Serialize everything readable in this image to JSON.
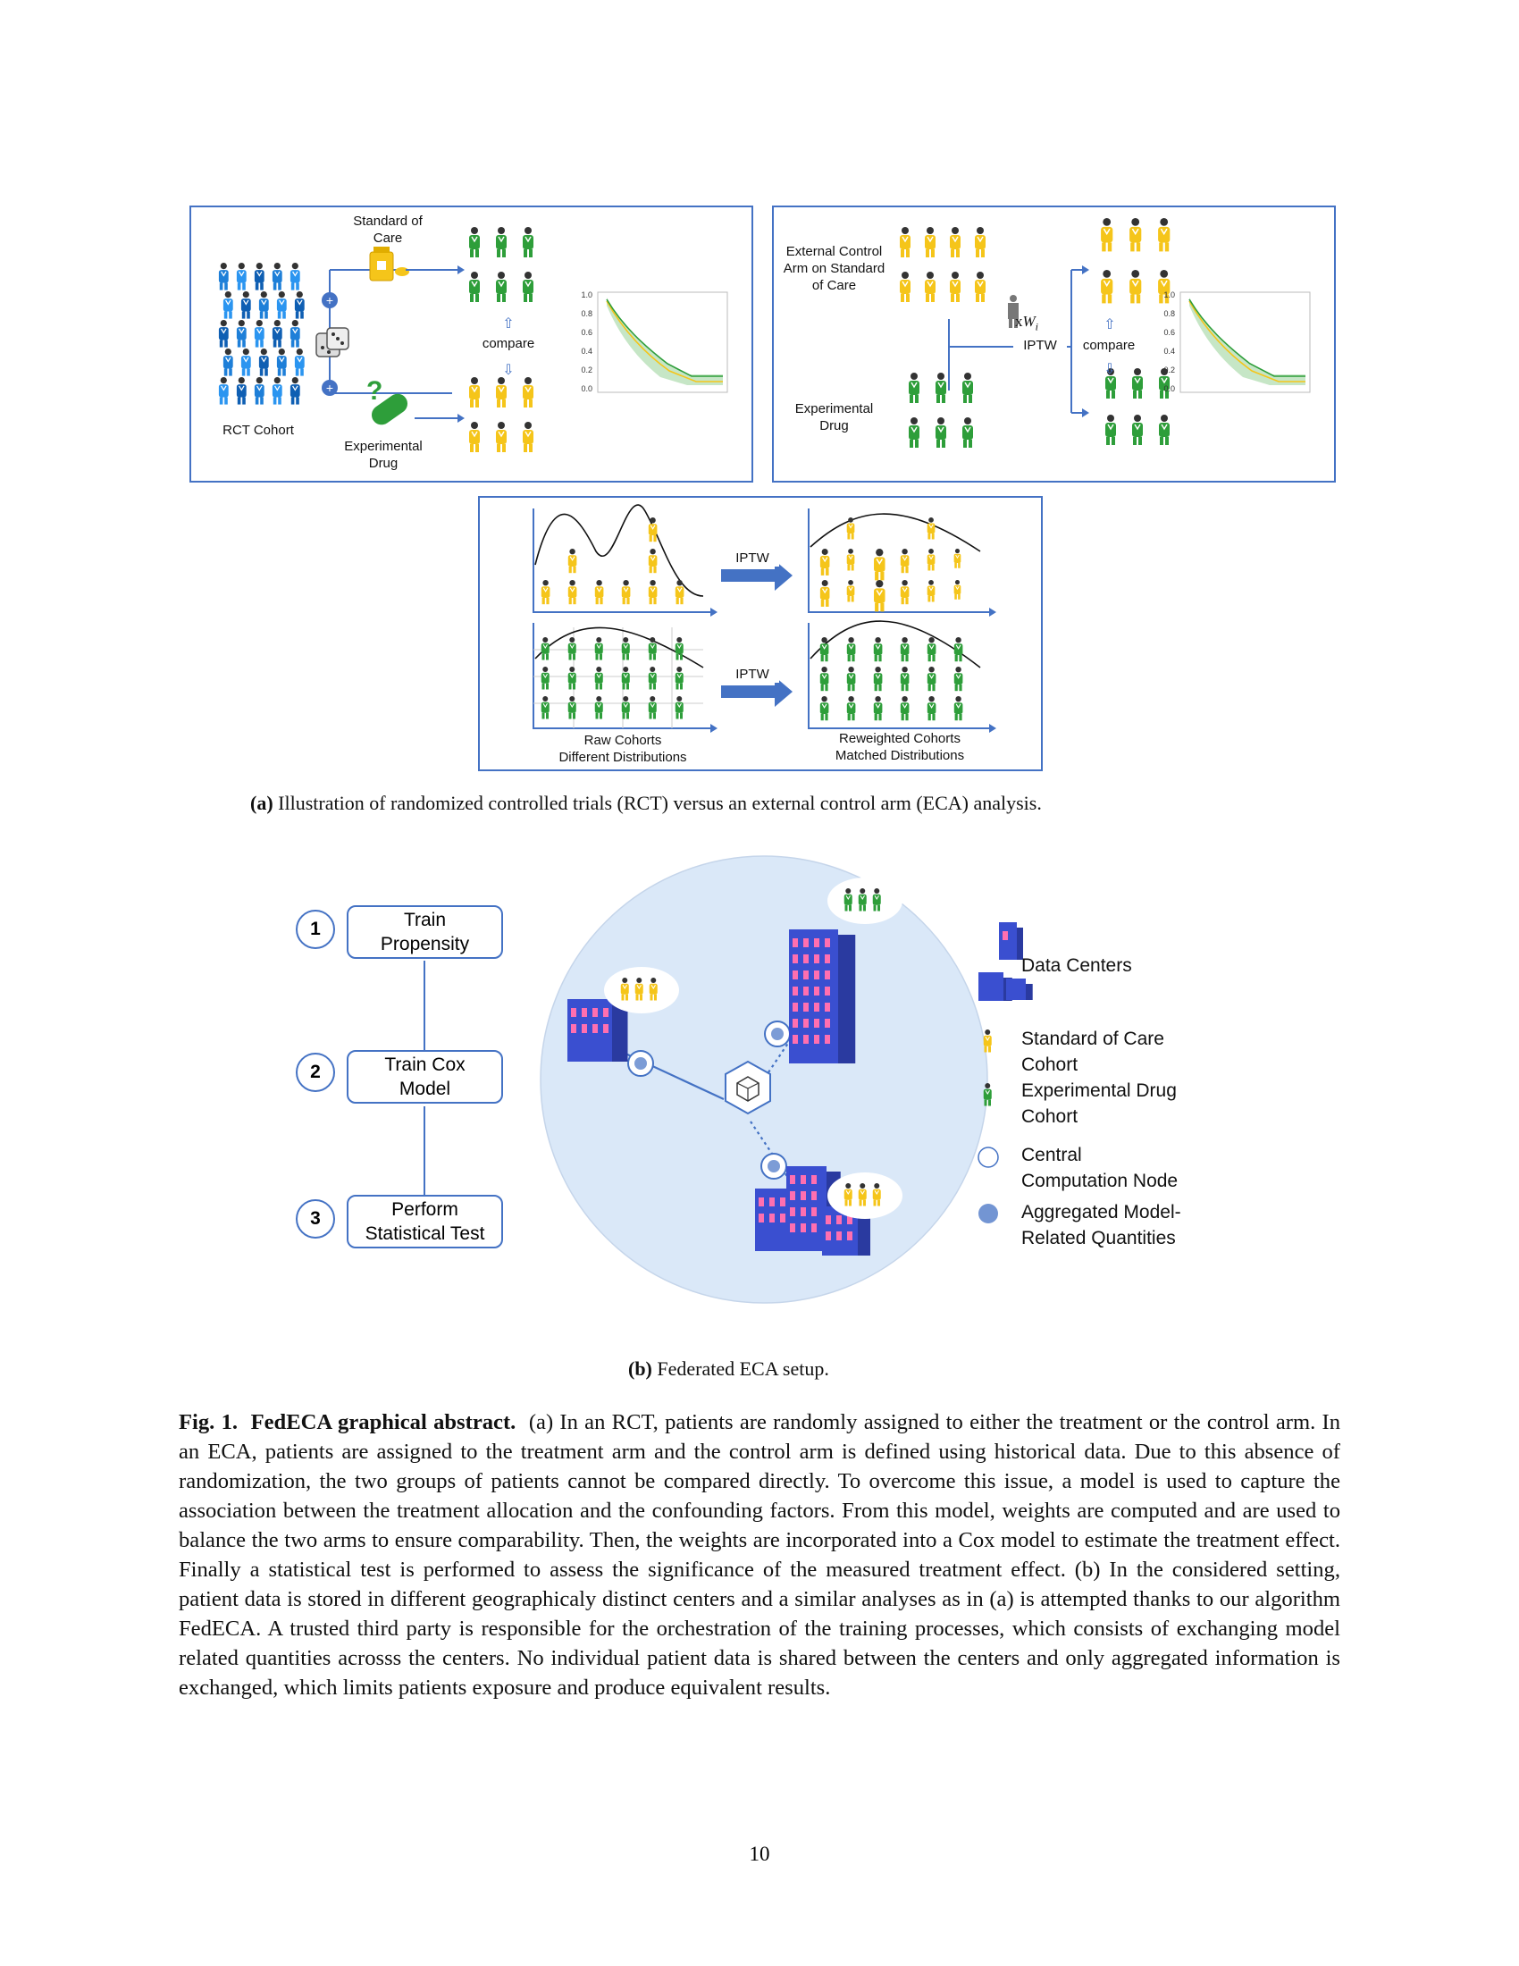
{
  "colors": {
    "panel_border": "#4472c4",
    "rct_blue": "#1e7fd8",
    "soc_yellow": "#f5c51a",
    "exp_green": "#2e9e3a",
    "federation_bg": "#dae8f8",
    "building": "#3a4fd0"
  },
  "figure_a": {
    "rct_panel": {
      "standard_of_care": "Standard of\nCare",
      "rct_cohort": "RCT Cohort",
      "experimental_drug": "Experimental\nDrug",
      "compare": "compare"
    },
    "eca_panel": {
      "external_control": "External Control\nArm on Standard\nof Care",
      "experimental_drug": "Experimental\nDrug",
      "weight_symbol": "x",
      "weight_var": "W",
      "weight_sub": "i",
      "iptw": "IPTW",
      "compare": "compare"
    },
    "km_ticks": [
      "1.0",
      "0.8",
      "0.6",
      "0.4",
      "0.2",
      "0.0"
    ],
    "reweight_panel": {
      "iptw_top": "IPTW",
      "iptw_bottom": "IPTW",
      "raw_label_1": "Raw Cohorts",
      "raw_label_2": "Different Distributions",
      "rew_label_1": "Reweighted Cohorts",
      "rew_label_2": "Matched Distributions"
    },
    "caption_tag": "(a)",
    "caption_text": "Illustration of randomized controlled trials (RCT) versus an external control arm (ECA) analysis."
  },
  "figure_b": {
    "steps": [
      {
        "num": "1",
        "label": "Train\nPropensity"
      },
      {
        "num": "2",
        "label": "Train Cox\nModel"
      },
      {
        "num": "3",
        "label": "Perform\nStatistical Test"
      }
    ],
    "legend": {
      "data_centers": "Data Centers",
      "soc_cohort": "Standard of Care\nCohort",
      "exp_cohort": "Experimental Drug\nCohort",
      "central_node": "Central\nComputation Node",
      "aggregated": "Aggregated Model-\nRelated Quantities"
    },
    "caption_tag": "(b)",
    "caption_text": "Federated ECA setup."
  },
  "figure_caption": {
    "label": "Fig. 1.",
    "title": "FedECA graphical abstract.",
    "text": "(a) In an RCT, patients are randomly assigned to either the treatment or the control arm. In an ECA, patients are assigned to the treatment arm and the control arm is defined using historical data. Due to this absence of randomization, the two groups of patients cannot be compared directly. To overcome this issue, a model is used to capture the association between the treatment allocation and the confounding factors. From this model, weights are computed and are used to balance the two arms to ensure comparability.  Then, the weights are incorporated into a Cox model to estimate the treatment effect. Finally a statistical test is performed to assess the significance of the measured treatment effect. (b) In the considered setting, patient data is stored in different geographicaly distinct centers and a similar analyses as in (a) is attempted thanks to our algorithm FedECA. A trusted third party is responsible for the orchestration of the training processes, which consists of exchanging model related quantities acrosss the centers.  No individual patient data is shared between the centers and only aggregated information is exchanged, which limits patients exposure and produce equivalent results."
  },
  "page_number": "10"
}
